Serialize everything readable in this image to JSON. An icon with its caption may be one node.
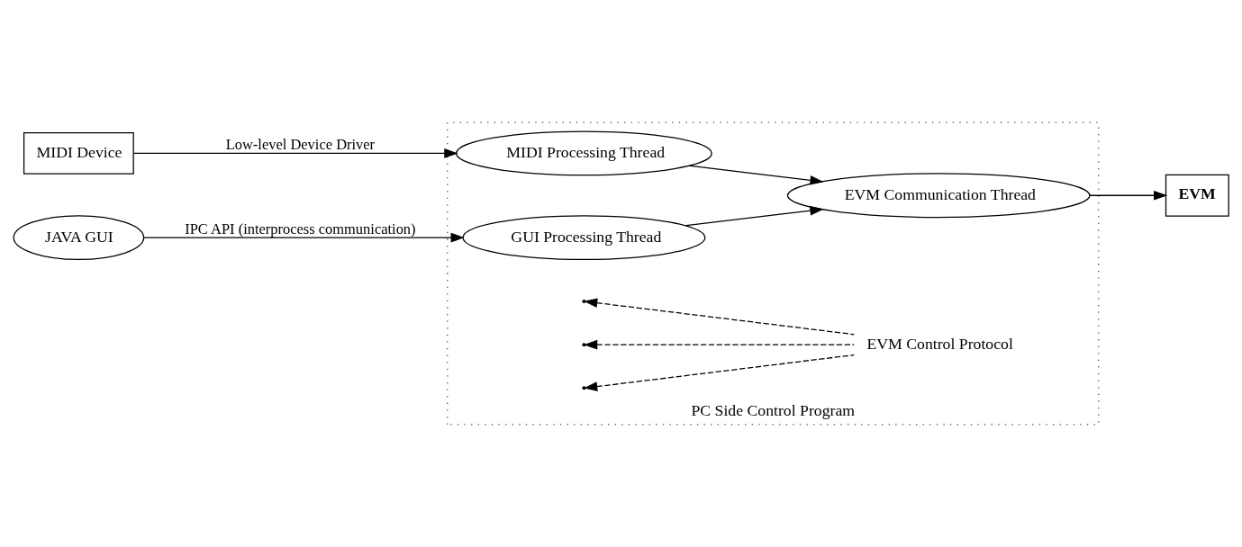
{
  "diagram": {
    "nodes": [
      {
        "text": [
          "PC Side Control Program"
        ]
      },
      {
        "text": [
          "MIDI Device"
        ]
      },
      {
        "text": [
          "MIDI Processing Thread"
        ],
        "in": 0
      },
      {
        "text": [
          "JAVA GUI"
        ]
      },
      {
        "text": [
          "GUI Processing Thread"
        ],
        "in": 0
      },
      {
        "text": [
          "EVM Communication Thread"
        ],
        "in": 0
      },
      {
        "text": [
          "EVM"
        ]
      },
      {
        "text": [
          "EVM Control Protocol"
        ],
        "in": 0
      }
    ],
    "edges": [
      {
        "from": 1,
        "to": 2,
        "arrow": "to",
        "label": "Low-level Device Driver"
      },
      {
        "from": 3,
        "to": 4,
        "arrow": "to",
        "label": "IPC API (interprocess communication)"
      },
      {
        "from": 2,
        "to": 5,
        "arrow": "to"
      },
      {
        "from": 4,
        "to": 5,
        "arrow": "to"
      },
      {
        "from": 5,
        "to": 6,
        "arrow": "to"
      },
      {
        "from": 7,
        "to": null,
        "arrow": "to",
        "style": "dashed"
      },
      {
        "from": 7,
        "to": null,
        "arrow": "to",
        "style": "dashed"
      },
      {
        "from": 7,
        "to": null,
        "arrow": "to",
        "style": "dashed"
      }
    ]
  }
}
